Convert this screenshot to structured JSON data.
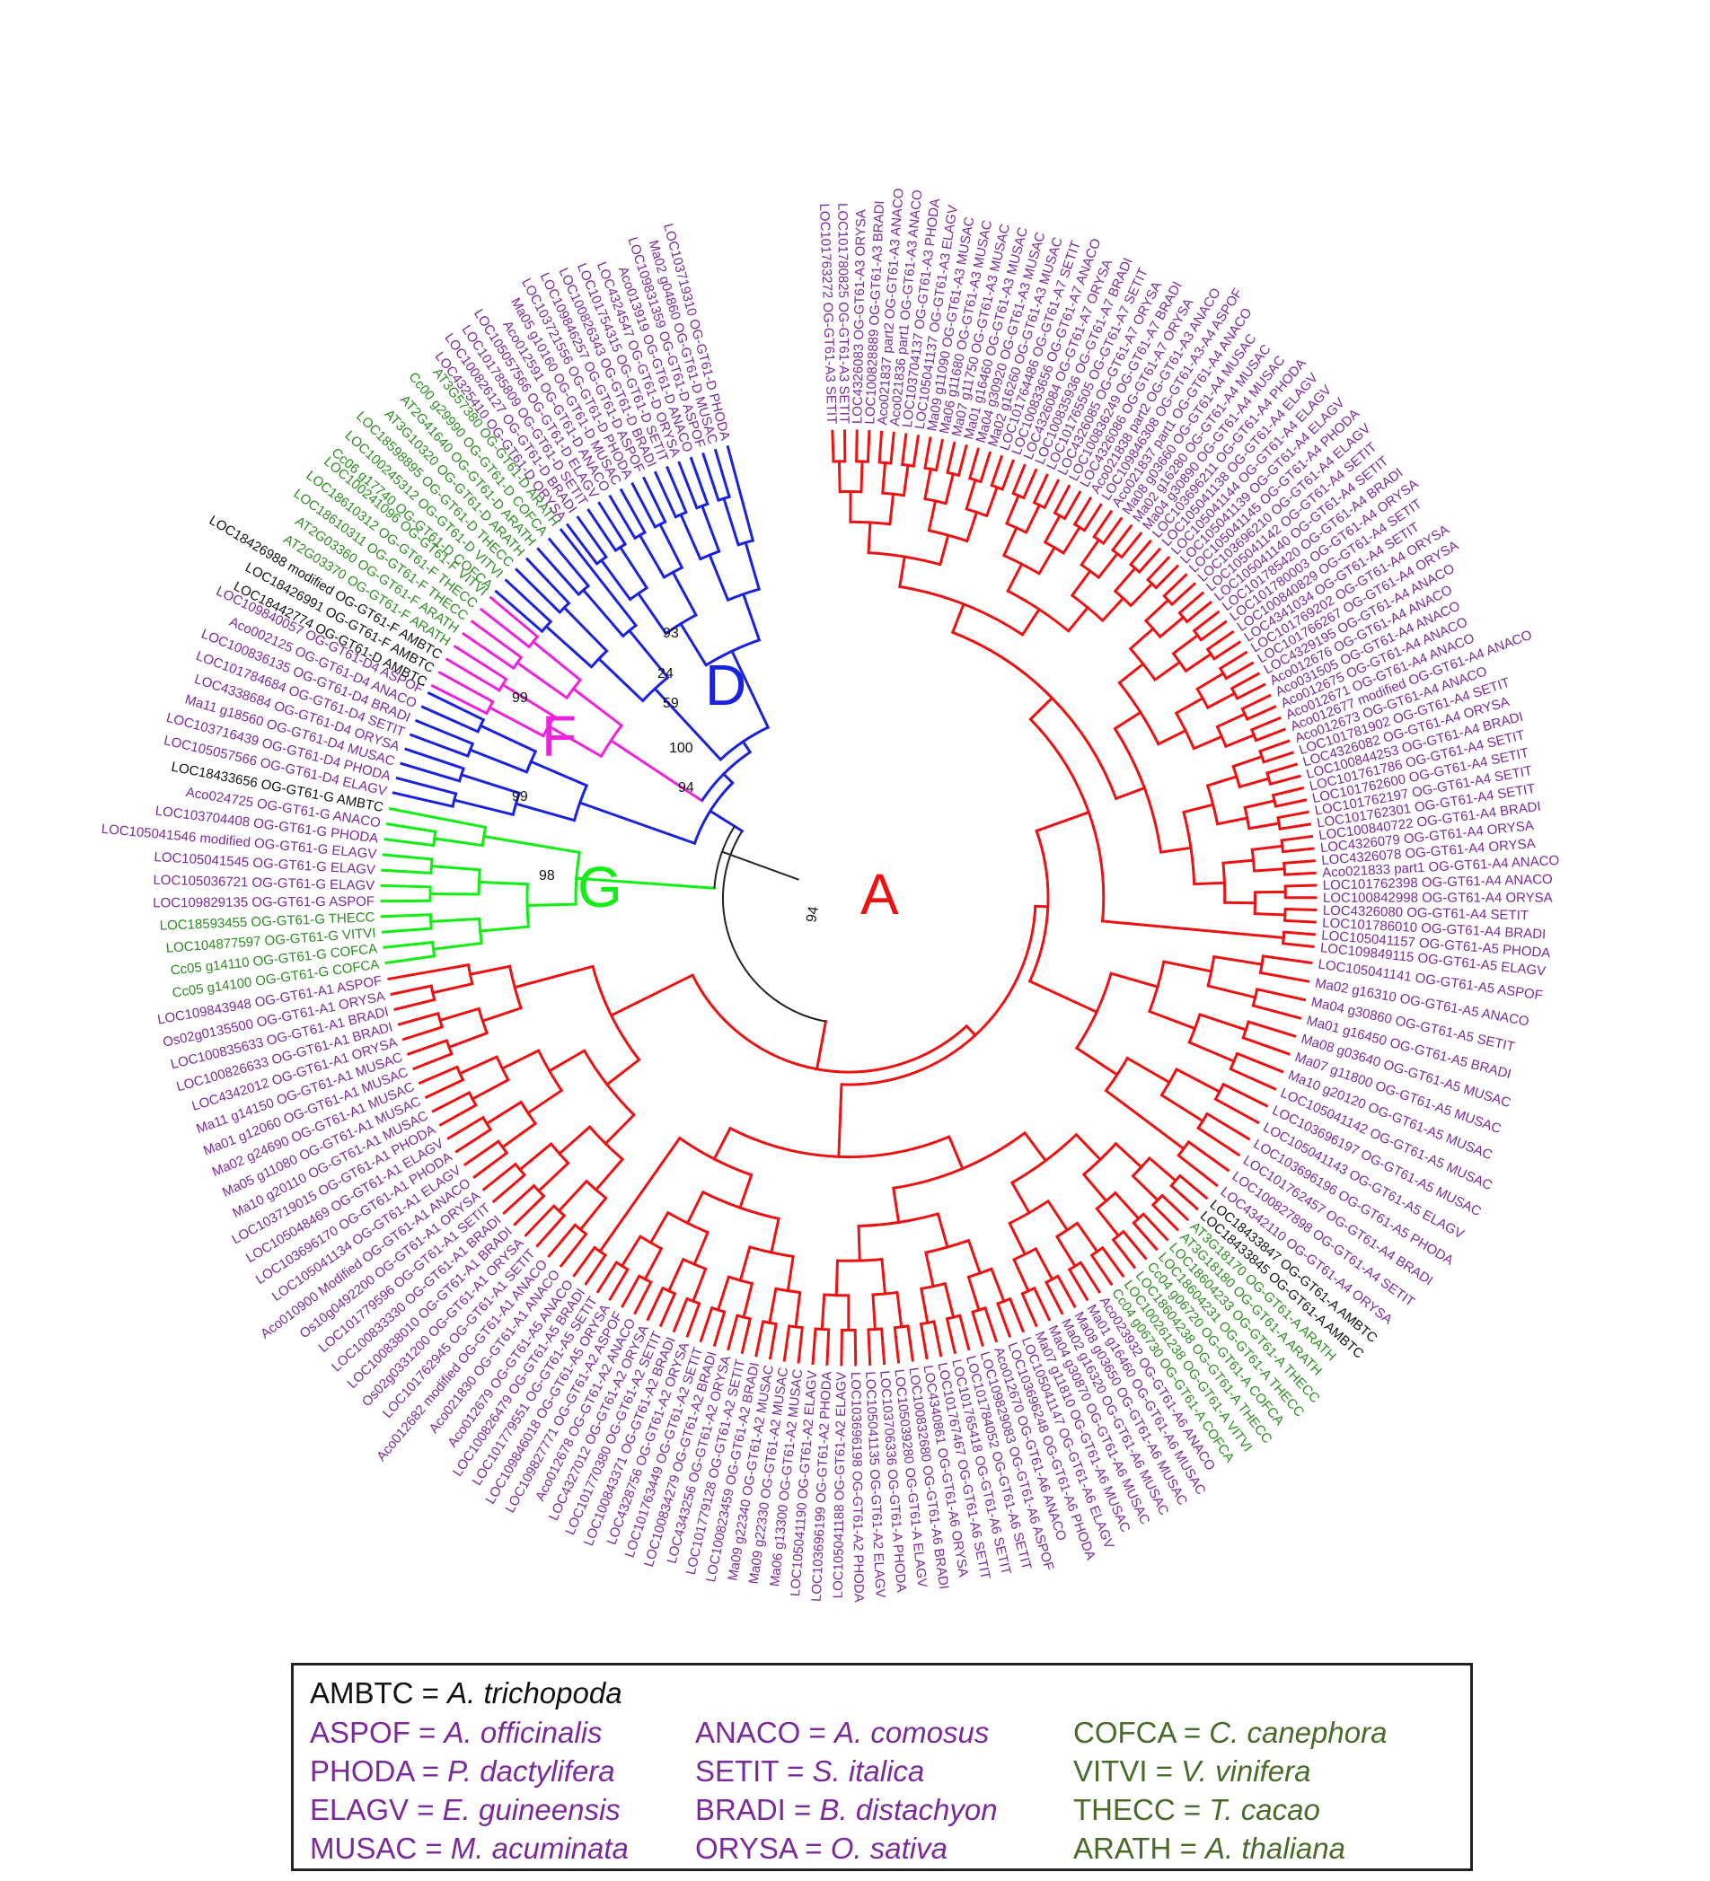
{
  "colors": {
    "clade_A": "#ee1111",
    "clade_D": "#1a22dd",
    "clade_F": "#ee22dd",
    "clade_G": "#11ee11",
    "monocot_text": "#7a2a9a",
    "eudicot_text": "#2e8b22",
    "basal_text": "#111111",
    "root_lines": "#222222"
  },
  "clade_labels": {
    "A": "A",
    "D": "D",
    "F": "F",
    "G": "G"
  },
  "bootstrap_values": [
    "93",
    "24",
    "59",
    "100",
    "99",
    "94",
    "99",
    "98",
    "94"
  ],
  "leaves_left_D": [
    "LOC4325410 OG-GT61-D ORYSA",
    "LOC100826127 OG-GT61-D BRADI",
    "LOC101785809 OG-GT61-D SETIT",
    "LOC105057566 OG-GT61-D ELAGV",
    "Aco012591 OG-GT61-D ANACO",
    "Ma05 g10160 OG-GT61-D MUSAC",
    "LOC103721556 OG-GT61-D PHODA",
    "LOC109846257 OG-GT61-D ASPOF",
    "LOC100826343 OG-GT61-D BRADI",
    "LOC101754315 OG-GT61-D SETIT",
    "LOC4324547 OG-GT61-D ORYSA",
    "Aco013919 OG-GT61-D ANACO",
    "LOC109831359 OG-GT61-D ASPOF",
    "Ma02 g04860 OG-GT61-D MUSAC",
    "LOC103719310 OG-GT61-D PHODA"
  ],
  "leaves_left_dicot": [
    "Cc06 g17740 OG-GT61-D COFCA",
    "LOC100245312 OG-GT61-D VITVI",
    "LOC18598895 OG-GT61-D THECC",
    "AT3G10320 OG-GT61-D ARATH",
    "AT2G41640 OG-GT61-D ARATH",
    "Cc00 g29990 OG-GT61-D COFCA",
    "AT3G57380 OG-GT61-D ARATH"
  ],
  "leaves_left_F": [
    "LOC18442774 OG-GT61-D AMBTC",
    "LOC18426991 OG-GT61-F AMBTC",
    "LOC18426988 modified OG-GT61-F AMBTC",
    "AT2G03370 OG-GT61-F ARATH",
    "AT2G03360 OG-GT61-F ARATH",
    "LOC18610311 OG-GT61-F THECC",
    "LOC18610312 OG-GT61-F THECC",
    "LOC100241096 OG-GT61-F VITVI"
  ],
  "leaves_left_D4": [
    "LOC105057566 OG-GT61-D4 ELAGV",
    "LOC103716439 OG-GT61-D4 PHODA",
    "Ma11 g18560 OG-GT61-D4 MUSAC",
    "LOC4338684 OG-GT61-D4 ORYSA",
    "LOC101784684 OG-GT61-D4 SETIT",
    "LOC100836135 OG-GT61-D4 BRADI",
    "Aco002125 OG-GT61-D4 ANACO",
    "LOC109840057 OG-GT61-D4 ASPOF"
  ],
  "leaves_left_G": [
    "Cc05 g14100 OG-GT61-G COFCA",
    "Cc05 g14110 OG-GT61-G COFCA",
    "LOC104877597 OG-GT61-G VITVI",
    "LOC18593455 OG-GT61-G THECC",
    "LOC109829135 OG-GT61-G ASPOF",
    "LOC105036721 OG-GT61-G ELAGV",
    "LOC105041545 OG-GT61-G ELAGV",
    "LOC105041546 modified OG-GT61-G ELAGV",
    "LOC103704408 OG-GT61-G PHODA",
    "Aco024725 OG-GT61-G ANACO",
    "LOC18433656 OG-GT61-G AMBTC"
  ],
  "leaves_left_A1": [
    "Aco021830 OG-GT61-A1 ANACO",
    "Aco012682 modified OG-GT61-A1 ANACO",
    "LOC101762945 OG-GT61-A1 SETIT",
    "Os02g0331200 OG-GT61-A1 ORYSA",
    "LOC100838010 OG-GT61-A1 BRADI",
    "LOC100833330 OG-GT61-A1 BRADI",
    "LOC101779596 OG-GT61-A1 SETIT",
    "Os10g0492200 OG-GT61-A1 ORYSA",
    "Aco010900 Modified OG-GT61-A1 ANACO",
    "LOC105041134 OG-GT61-A1 ELAGV",
    "LOC103696170 OG-GT61-A1 PHODA",
    "LOC105048469 OG-GT61-A1 ELAGV",
    "LOC103719015 OG-GT61-A1 PHODA",
    "Ma10 g20110 OG-GT61-A1 MUSAC",
    "Ma05 g11080 OG-GT61-A1 MUSAC",
    "Ma02 g24690 OG-GT61-A1 MUSAC",
    "Ma01 g12060 OG-GT61-A1 MUSAC",
    "Ma11 g14150 OG-GT61-A1 MUSAC",
    "LOC4342012 OG-GT61-A1 ORYSA",
    "LOC100826633 OG-GT61-A1 BRADI",
    "LOC100835633 OG-GT61-A1 BRADI",
    "Os02g0135500 OG-GT61-A1 ORYSA",
    "LOC109843948 OG-GT61-A1 ASPOF"
  ],
  "leaves_bottom_A": [
    "LOC18433847 OG-GT61-A AMBTC",
    "LOC18433845 OG-GT61-A AMBTC",
    "AT3G18170 OG-GT61-A ARATH",
    "AT3G18180 OG-GT61-A ARATH",
    "LOC18604233 OG-GT61-A THECC",
    "LOC18604231 OG-GT61-A THECC",
    "Cc04 g06720 OG-GT61-A COFCA",
    "LOC18604238 OG-GT61-A THECC",
    "LOC100261238 OG-GT61-A VITVI",
    "Cc04 g06730 OG-GT61-A COFCA",
    "Aco023932 OG-GT61-A6 ANACO",
    "Ma01 g16460 OG-GT61-A6 MUSAC",
    "Ma08 g03650 OG-GT61-A6 MUSAC",
    "Ma02 g16320 OG-GT61-A6 MUSAC",
    "Ma04 g30870 OG-GT61-A6 MUSAC",
    "Ma07 g11810 OG-GT61-A6 MUSAC",
    "LOC105041147 OG-GT61-A6 ELAGV",
    "LOC103696248 OG-GT61-A6 PHODA",
    "Aco012670 OG-GT61-A6 ANACO",
    "LOC109829083 OG-GT61-A6 ASPOF",
    "LOC101784052 OG-GT61-A6 SETIT",
    "LOC101765418 OG-GT61-A6 SETIT",
    "LOC101767467 OG-GT61-A6 SETIT",
    "LOC4340861 OG-GT61-A6 ORYSA",
    "LOC100832680 OG-GT61-A6 BRADI",
    "LOC105039280 OG-GT61-A ELAGV",
    "LOC103706336 OG-GT61-A PHODA",
    "LOC105041135 OG-GT61-A2 ELAGV",
    "LOC103696198 OG-GT61-A2 PHODA",
    "LOC105041188 OG-GT61-A2 ELAGV",
    "LOC103696199 OG-GT61-A2 PHODA",
    "LOC105041190 OG-GT61-A2 ELAGV",
    "Ma06 g13300 OG-GT61-A2 MUSAC",
    "Ma09 g22330 OG-GT61-A2 MUSAC",
    "Ma09 g22340 OG-GT61-A2 MUSAC",
    "LOC100823459 OG-GT61-A2 BRADI",
    "LOC101779128 OG-GT61-A2 SETIT",
    "LOC4343256 OG-GT61-A2 ORYSA",
    "LOC100834279 OG-GT61-A2 BRADI",
    "LOC101763449 OG-GT61-A2 SETIT",
    "LOC4328756 OG-GT61-A2 ORYSA",
    "LOC100843371 OG-GT61-A2 BRADI",
    "LOC101770380 OG-GT61-A2 SETIT",
    "LOC4327012 OG-GT61-A2 ORYSA",
    "Aco012678 OG-GT61-A2 ANACO",
    "LOC109827771 OG-GT61-A2 ASPOF",
    "LOC109846018 OG-GT61-A5 ORYSA",
    "LOC101779551 OG-GT61-A5 SETIT",
    "LOC100826479 OG-GT61-A5 BRADI",
    "Aco012679 OG-GT61-A5 ANACO"
  ],
  "leaves_right_A5": [
    "LOC105041141 OG-GT61-A5 ASPOF",
    "Ma02 g16310 OG-GT61-A5 ANACO",
    "Ma04 g30860 OG-GT61-A5 SETIT",
    "Ma01 g16450 OG-GT61-A5 BRADI",
    "Ma08 g03640 OG-GT61-A5 MUSAC",
    "Ma07 g11800 OG-GT61-A5 MUSAC",
    "Ma10 g20120 OG-GT61-A5 MUSAC",
    "LOC105041142 OG-GT61-A5 MUSAC",
    "LOC103696197 OG-GT61-A5 MUSAC",
    "LOC105041143 OG-GT61-A5 ELAGV",
    "LOC103696196 OG-GT61-A5 PHODA",
    "LOC101762457 OG-GT61-A4 BRADI",
    "LOC100827898 OG-GT61-A4 SETIT",
    "LOC4342110 OG-GT61-A4 ORYSA"
  ],
  "leaves_right_A4": [
    "LOC101763272 OG-GT61-A3 SETIT",
    "LOC101780825 OG-GT61-A3 SETIT",
    "LOC4326083 OG-GT61-A3 ORYSA",
    "LOC100828889 OG-GT61-A3 BRADI",
    "Aco021837 part2 OG-GT61-A3 ANACO",
    "Aco021836 part1 OG-GT61-A3 ANACO",
    "LOC103704137 OG-GT61-A3 PHODA",
    "LOC105041137 OG-GT61-A3 ELAGV",
    "Ma09 g11090 OG-GT61-A3 MUSAC",
    "Ma06 g11680 OG-GT61-A3 MUSAC",
    "Ma07 g11750 OG-GT61-A3 MUSAC",
    "Ma01 g16460 OG-GT61-A3 MUSAC",
    "Ma04 g30920 OG-GT61-A3 MUSAC",
    "Ma02 g16260 OG-GT61-A3 MUSAC",
    "LOC101764486 OG-GT61-A7 SETIT",
    "LOC100833656 OG-GT61-A7 ANACO",
    "LOC4326084 OG-GT61-A7 ORYSA",
    "LOC100835936 OG-GT61-A7 BRADI",
    "LOC101765505 OG-GT61-A7 SETIT",
    "LOC4326085 OG-GT61-A7 ORYSA",
    "LOC100836249 OG-GT61-A7 BRADI",
    "LOC4326086 OG-GT61-A7 ORYSA",
    "Aco021838 part2 OG-GT61-A3 ANACO",
    "LOC109846308 OG-GT61-A3-A4 ASPOF",
    "Aco021837 part1 OG-GT61-A4 ANACO",
    "Ma08 g03660 OG-GT61-A4 MUSAC",
    "Ma02 g16280 OG-GT61-A4 MUSAC",
    "Ma04 g30890 OG-GT61-A4 MUSAC",
    "LOC103696211 OG-GT61-A4 PHODA",
    "LOC105041138 OG-GT61-A4 ELAGV",
    "LOC105041144 OG-GT61-A4 ELAGV",
    "LOC105041139 OG-GT61-A4 ELAGV",
    "LOC105041145 OG-GT61-A4 PHODA",
    "LOC103696210 OG-GT61-A4 ELAGV",
    "LOC105041142 OG-GT61-A4 SETIT",
    "LOC105041140 OG-GT61-A4 SETIT",
    "LOC101785420 OG-GT61-A4 BRADI",
    "LOC101780003 OG-GT61-A4 ORYSA",
    "LOC100840829 OG-GT61-A4 SETIT",
    "LOC4341034 OG-GT61-A4 SETIT",
    "LOC101769202 OG-GT61-A4 ORYSA",
    "LOC101766267 OG-GT61-A4 ORYSA",
    "LOC4329195 OG-GT61-A4 ANACO",
    "Aco012676 OG-GT61-A4 ANACO",
    "Aco031505 OG-GT61-A4 ANACO",
    "Aco012675 OG-GT61-A4 ANACO",
    "Aco012671 OG-GT61-A4 ANACO",
    "Aco012677 modified OG-GT61-A4 ANACO",
    "Aco012673 OG-GT61-A4 ANACO",
    "LOC101781902 OG-GT61-A4 SETIT",
    "LOC4326082 OG-GT61-A4 ORYSA",
    "LOC100844253 OG-GT61-A4 BRADI",
    "LOC101761786 OG-GT61-A4 SETIT",
    "LOC101762600 OG-GT61-A4 SETIT",
    "LOC101762197 OG-GT61-A4 SETIT",
    "LOC101762301 OG-GT61-A4 SETIT",
    "LOC100840722 OG-GT61-A4 BRADI",
    "LOC4326079 OG-GT61-A4 ORYSA",
    "LOC4326078 OG-GT61-A4 ORYSA",
    "Aco021833 part1 OG-GT61-A4 ANACO",
    "LOC101762398 OG-GT61-A4 ANACO",
    "LOC100842998 OG-GT61-A4 ORYSA",
    "LOC4326080 OG-GT61-A4 SETIT",
    "LOC101786010 OG-GT61-A4 BRADI",
    "LOC105041157 OG-GT61-A5 PHODA",
    "LOC109849115 OG-GT61-A5 ELAGV"
  ],
  "legend": {
    "ambtc_code": "AMBTC",
    "ambtc_species": "A. trichopoda",
    "col1": [
      {
        "code": "ASPOF",
        "species": "A. officinalis"
      },
      {
        "code": "PHODA",
        "species": "P. dactylifera"
      },
      {
        "code": "ELAGV",
        "species": "E. guineensis"
      },
      {
        "code": "MUSAC",
        "species": "M. acuminata"
      }
    ],
    "col2": [
      {
        "code": "ANACO",
        "species": "A. comosus"
      },
      {
        "code": "SETIT",
        "species": "S. italica"
      },
      {
        "code": "BRADI",
        "species": "B. distachyon"
      },
      {
        "code": "ORYSA",
        "species": "O. sativa"
      }
    ],
    "col3": [
      {
        "code": "COFCA",
        "species": "C. canephora"
      },
      {
        "code": "VITVI",
        "species": "V. vinifera"
      },
      {
        "code": "THECC",
        "species": "T. cacao"
      },
      {
        "code": "ARATH",
        "species": "A. thaliana"
      }
    ],
    "separator": " = "
  }
}
